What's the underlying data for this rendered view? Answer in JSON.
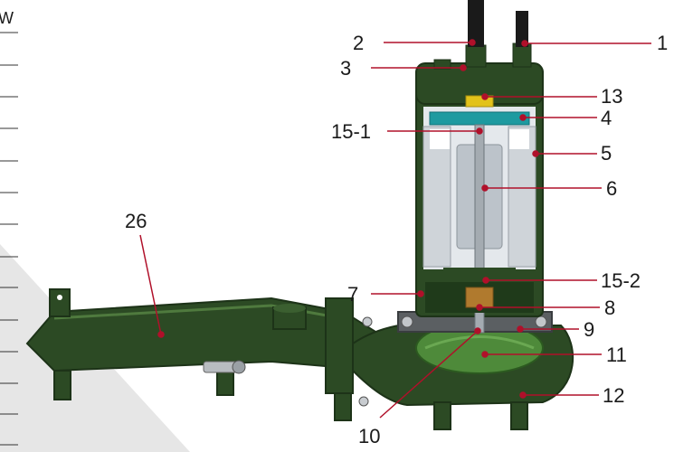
{
  "colors": {
    "leader": "#b0102a",
    "housing": "#2c4a24",
    "housing_dark": "#1d3318",
    "motor": "#c9ced4",
    "teal": "#1e9aa0",
    "yellow": "#e2c21a",
    "bronze": "#b07a2e",
    "impeller": "#4e8a3a",
    "cable": "#1a1a1a",
    "grey_bg": "#e9e9e9"
  },
  "side_label": "W",
  "callouts": [
    {
      "id": "1",
      "text": "1"
    },
    {
      "id": "2",
      "text": "2"
    },
    {
      "id": "3",
      "text": "3"
    },
    {
      "id": "13",
      "text": "13"
    },
    {
      "id": "4",
      "text": "4"
    },
    {
      "id": "15-1",
      "text": "15-1"
    },
    {
      "id": "5",
      "text": "5"
    },
    {
      "id": "6",
      "text": "6"
    },
    {
      "id": "26",
      "text": "26"
    },
    {
      "id": "15-2",
      "text": "15-2"
    },
    {
      "id": "7",
      "text": "7"
    },
    {
      "id": "8",
      "text": "8"
    },
    {
      "id": "9",
      "text": "9"
    },
    {
      "id": "11",
      "text": "11"
    },
    {
      "id": "12",
      "text": "12"
    },
    {
      "id": "10",
      "text": "10"
    }
  ]
}
